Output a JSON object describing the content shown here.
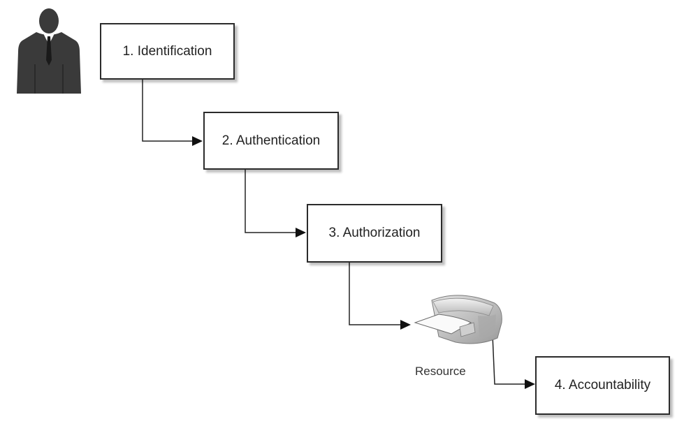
{
  "diagram": {
    "steps": [
      {
        "label": "1. Identification"
      },
      {
        "label": "2. Authentication"
      },
      {
        "label": "3. Authorization"
      },
      {
        "label": "4. Accountability"
      }
    ],
    "resource_label": "Resource",
    "icons": {
      "user": "person-silhouette-icon",
      "resource": "printer-icon"
    },
    "colors": {
      "line": "#222222",
      "box_border": "#2b2b2b",
      "text": "#222222",
      "person": "#3a3a3a"
    }
  }
}
